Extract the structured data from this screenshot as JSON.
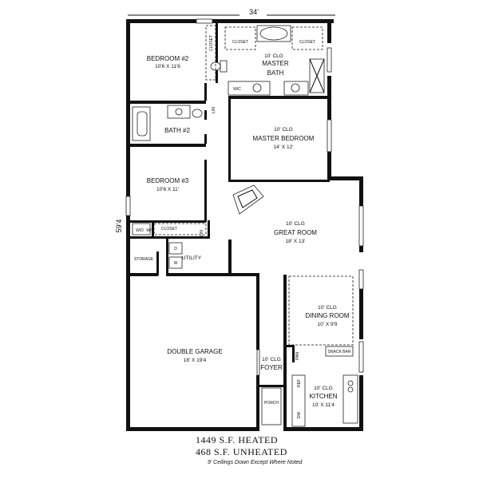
{
  "plan": {
    "width_dim": "34'",
    "depth_dim": "59'4",
    "rooms": {
      "bedroom2": {
        "name": "BEDROOM #2",
        "size": "10'6 X 11'6"
      },
      "master_bath": {
        "clg": "10' CLG",
        "name_l1": "MASTER",
        "name_l2": "BATH"
      },
      "bath2": {
        "name": "BATH #2"
      },
      "master_bedroom": {
        "clg": "10' CLG",
        "name": "MASTER BEDROOM",
        "size": "14' X 12'"
      },
      "bedroom3": {
        "name": "BEDROOM #3",
        "size": "10'6 X 11'"
      },
      "great_room": {
        "clg": "10' CLG",
        "name": "GREAT ROOM",
        "size": "18' X 13'"
      },
      "utility": {
        "name": "UTILITY"
      },
      "storage": {
        "name": "STORAGE"
      },
      "dining": {
        "clg": "10' CLG",
        "name": "DINING ROOM",
        "size": "10' X 9'9"
      },
      "garage": {
        "name": "DOUBLE GARAGE",
        "size": "18' X 19'4"
      },
      "foyer": {
        "clg": "10' CLG",
        "name": "FOYER"
      },
      "kitchen": {
        "clg": "10' CLG",
        "name": "KITCHEN",
        "size": "10' X 11'4"
      },
      "porch": {
        "name": "PORCH"
      }
    },
    "fixtures": {
      "closet_a": "CLOSET",
      "closet_b": "CLOSET",
      "closet_c": "CLOSET",
      "closet_d": "CLOSET",
      "wic": "WIC",
      "lin_a": "LIN",
      "lin_b": "LIN",
      "ws": "W/S",
      "wd": "W/D",
      "dryer_d": "D",
      "washer_w": "W",
      "snack_bar": "SNACK BAR",
      "pan": "PAN",
      "ref": "REF",
      "dw": "DW"
    }
  },
  "summary": {
    "heated": "1449 S.F.  HEATED",
    "unheated": "468 S.F.  UNHEATED",
    "note": "9' Ceilings Down Except Where Noted"
  }
}
